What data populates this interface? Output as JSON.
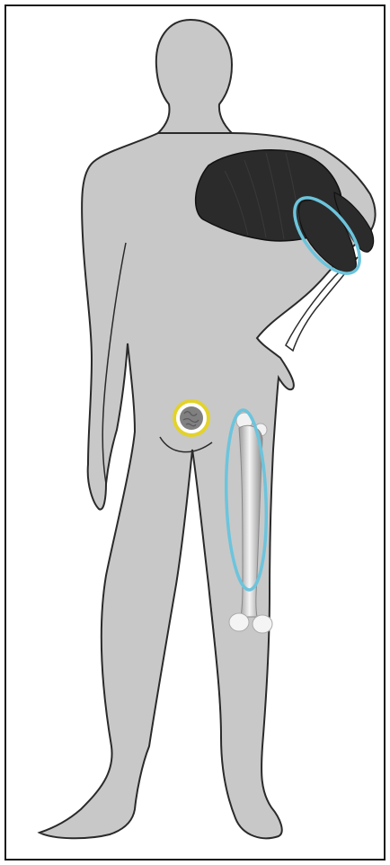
{
  "figure": {
    "subject": "human-body-silhouette",
    "colors": {
      "body_fill": "#c8c8c8",
      "body_outline": "#2a2a2a",
      "shoulder_muscle": "#2b2b2b",
      "muscle_highlight_ring": "#6cc4dc",
      "bone_highlight_ring": "#6cc4dc",
      "marrow_ring": "#e3d22b",
      "marrow_fill": "#808080",
      "bone_fill": "#e8e8e8",
      "frame": "#1a1a1a"
    },
    "highlights": [
      {
        "name": "upper-arm-muscle",
        "ring_color": "#6cc4dc"
      },
      {
        "name": "femur-bone",
        "ring_color": "#6cc4dc"
      },
      {
        "name": "bone-marrow-sample",
        "ring_color": "#e3d22b"
      }
    ]
  }
}
